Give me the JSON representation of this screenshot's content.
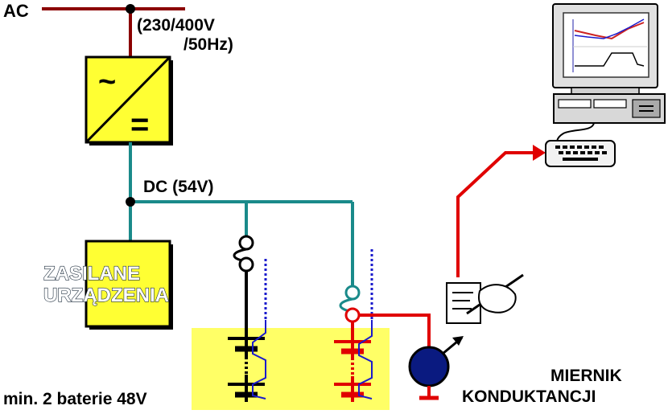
{
  "labels": {
    "ac": "AC",
    "voltage_line1": "(230/400V",
    "voltage_line2": "/50Hz)",
    "dc": "DC (54V)",
    "load_line1": "ZASILANE",
    "load_line2": "URZĄDZENIA",
    "batteries": "min. 2 baterie 48V",
    "meter_line1": "MIERNIK",
    "meter_line2": "KONDUKTANCJI"
  },
  "rectifier_symbols": {
    "ac": "~",
    "dc": "="
  },
  "colors": {
    "ac_line": "#8b0000",
    "dc_line": "#1a8a8a",
    "measure_line": "#e00000",
    "battery_box": "#ffff66",
    "rectifier_fill": "#ffff33",
    "meter_ball": "#0a1a80",
    "sense_wire": "#1a1acc"
  }
}
